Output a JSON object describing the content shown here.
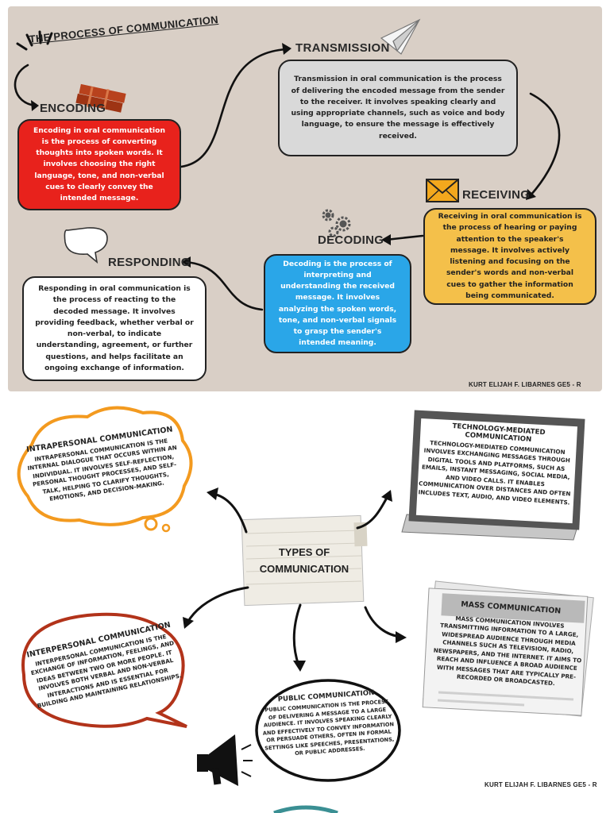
{
  "process": {
    "title": "THE PROCESS OF COMMUNICATION",
    "encoding": {
      "label": "ENCODING",
      "text": "Encoding in oral communication is the process of converting thoughts into spoken words. It involves choosing the right language, tone, and non-verbal cues to clearly convey the intended message."
    },
    "transmission": {
      "label": "TRANSMISSION",
      "text": "Transmission in oral communication is the process of delivering the encoded message from the sender to the receiver. It involves speaking clearly and using appropriate channels, such as voice and body language, to ensure the message is effectively received."
    },
    "receiving": {
      "label": "RECEIVING",
      "text": "Receiving in oral communication is the process of hearing or paying attention to the speaker's message. It involves actively listening and focusing on the sender's words and non-verbal cues to gather the information being communicated."
    },
    "decoding": {
      "label": "DECODING",
      "text": "Decoding is the process of interpreting and understanding the received message. It involves analyzing the spoken words, tone, and non-verbal signals to grasp the sender's intended meaning."
    },
    "responding": {
      "label": "RESPONDING",
      "text": "Responding in oral communication is the process of reacting to the decoded message. It involves providing feedback, whether verbal or non-verbal, to indicate understanding, agreement, or further questions, and helps facilitate an ongoing exchange of information."
    },
    "credit": "KURT ELIJAH F. LIBARNES GE5 - R"
  },
  "types": {
    "center_line1": "TYPES OF",
    "center_line2": "COMMUNICATION",
    "intrapersonal": {
      "title": "INTRAPERSONAL COMMUNICATION",
      "text": "Intrapersonal communication is the internal dialogue that occurs within an individual. It involves self-reflection, personal thought processes, and self-talk, helping to clarify thoughts, emotions, and decision-making."
    },
    "technology": {
      "title": "TECHNOLOGY-MEDIATED COMMUNICATION",
      "text": "Technology-mediated communication involves exchanging messages through digital tools and platforms, such as emails, instant messaging, social media, and video calls. It enables communication over distances and often includes text, audio, and video elements."
    },
    "interpersonal": {
      "title": "INTERPERSONAL COMMUNICATION",
      "text": "Interpersonal communication is the exchange of information, feelings, and ideas between two or more people. It involves both verbal and non-verbal interactions and is essential for building and maintaining relationships."
    },
    "mass": {
      "title": "MASS COMMUNICATION",
      "text": "Mass communication involves transmitting information to a large, widespread audience through media channels such as television, radio, newspapers, and the internet. It aims to reach and influence a broad audience with messages that are typically pre-recorded or broadcasted."
    },
    "public": {
      "title": "PUBLIC COMMUNICATION",
      "text": "Public communication is the process of delivering a message to a large audience. It involves speaking clearly and effectively to convey information or persuade others, often in formal settings like speeches, presentations, or public addresses."
    },
    "credit": "KURT ELIJAH F. LIBARNES GE5 - R"
  },
  "icons": {
    "brick": "brick-icon",
    "paper_plane": "paper-plane-icon",
    "envelope": "envelope-icon",
    "gears": "gears-icon",
    "speech_bubble": "speech-bubble-icon",
    "megaphone": "megaphone-icon",
    "laptop": "laptop-icon",
    "newspaper": "newspaper-icon",
    "notepad": "notepad-icon"
  },
  "colors": {
    "encoding": "#e8221c",
    "transmission": "#d9d9d9",
    "receiving": "#f4c04a",
    "decoding": "#2aa6e8",
    "responding": "#ffffff",
    "panel_bg": "#d9cfc6",
    "intrapersonal_border": "#f39a1f",
    "interpersonal_border": "#b2331a"
  }
}
